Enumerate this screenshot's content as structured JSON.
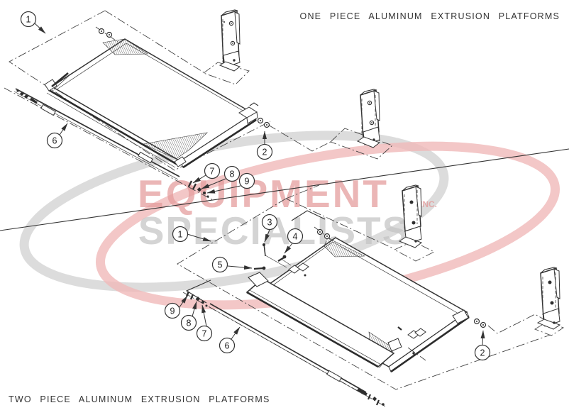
{
  "page": {
    "background": "#ffffff",
    "line_color": "#333333"
  },
  "diagrams": {
    "one_piece": {
      "title": "ONE PIECE ALUMINUM EXTRUSION PLATFORMS",
      "type": "exploded parts view",
      "callouts": {
        "c1": "1",
        "c2": "2",
        "c6": "6",
        "c7": "7",
        "c8": "8",
        "c9": "9"
      }
    },
    "two_piece": {
      "title": "TWO PIECE ALUMINUM EXTRUSION PLATFORMS",
      "type": "exploded parts view",
      "callouts": {
        "c1": "1",
        "c2": "2",
        "c3": "3",
        "c4": "4",
        "c5": "5",
        "c6": "6",
        "c7": "7",
        "c8": "8",
        "c9": "9"
      }
    }
  },
  "watermark": {
    "line1": "EQUIPMENT",
    "suffix": "INC.",
    "line2": "SPECIALISTS",
    "red": "#e49b9b",
    "gray": "#c4c4c4",
    "swoosh_red": "#f0b9b9",
    "swoosh_gray": "#d6d6d6"
  }
}
